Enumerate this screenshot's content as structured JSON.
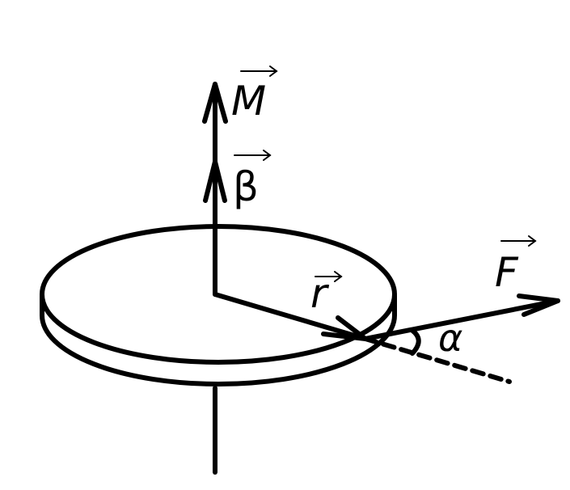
{
  "labels": {
    "torque": "M",
    "angular_acceleration": "β",
    "radius": "r",
    "force": "F",
    "angle": "α"
  },
  "colors": {
    "ink": "#000000",
    "background": "#ffffff"
  }
}
